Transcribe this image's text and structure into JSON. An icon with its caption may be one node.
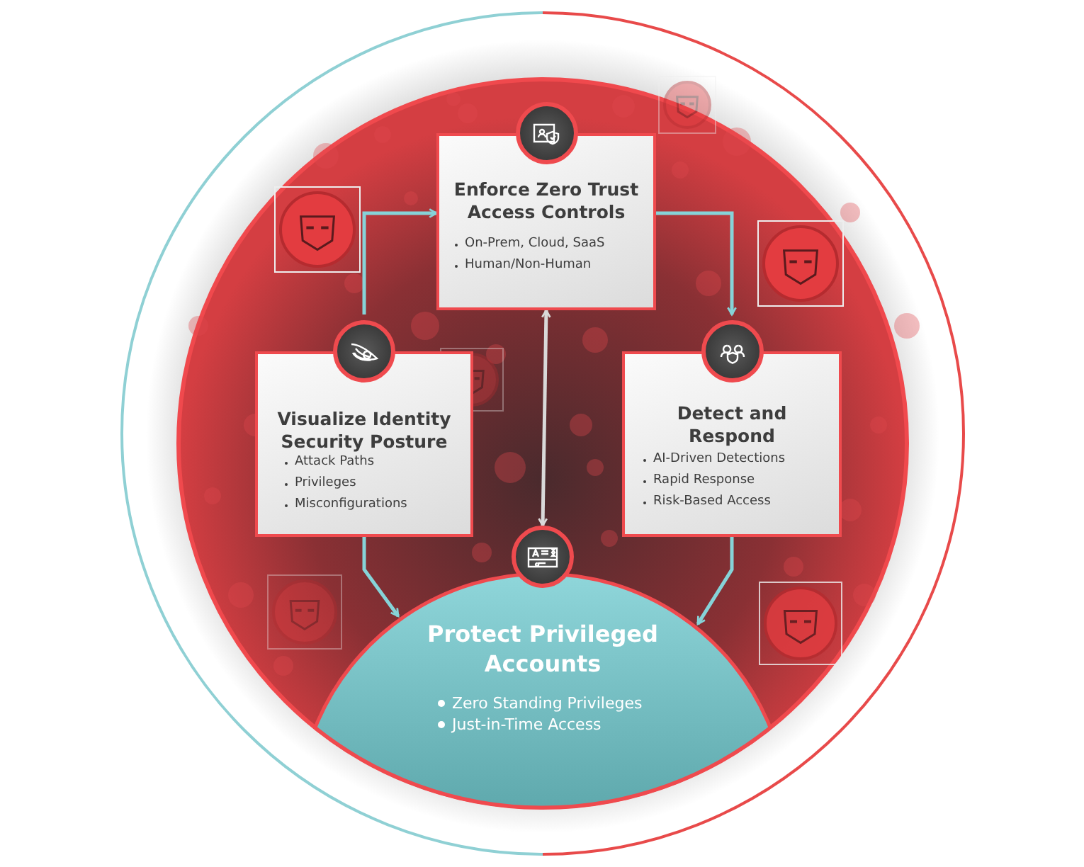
{
  "diagram": {
    "nodes": [
      {
        "text": [
          "Enforce Zero Trust Access Controls",
          "On-Prem, Cloud, SaaS",
          "Human/Non-Human"
        ]
      },
      {
        "text": [
          "Visualize Identity Security Posture",
          "Attack Paths",
          "Privileges",
          "Misconfigurations"
        ]
      },
      {
        "text": [
          "Detect and Respond",
          "AI-Driven Detections",
          "Rapid Response",
          "Risk-Based Access"
        ]
      },
      {
        "text": [
          "Protect Privileged Accounts",
          "Zero Standing Privileges",
          "Just-in-Time Access"
        ]
      }
    ],
    "edges": [
      {
        "from": 1,
        "to": 0,
        "arrow": "to"
      },
      {
        "from": 0,
        "to": 2,
        "arrow": "to"
      },
      {
        "from": 0,
        "to": 3,
        "arrow": "both",
        "color": "#d9d9d9"
      },
      {
        "from": 1,
        "to": 3,
        "arrow": "to"
      },
      {
        "from": 2,
        "to": 3,
        "arrow": "to"
      }
    ]
  }
}
